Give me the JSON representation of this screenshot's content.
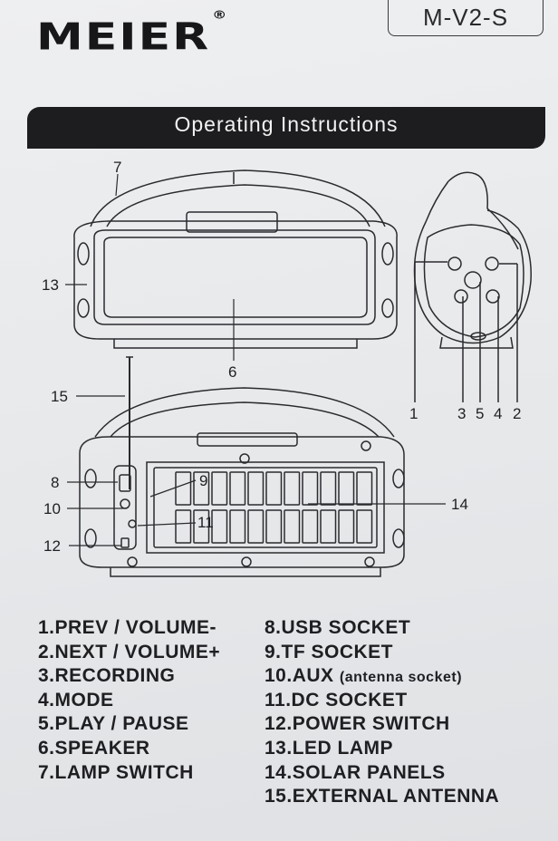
{
  "brand": {
    "name": "MEIER",
    "registered": "®"
  },
  "model": "M-V2-S",
  "banner": "Operating Instructions",
  "callouts": [
    "7",
    "13",
    "6",
    "1",
    "3",
    "5",
    "4",
    "2",
    "15",
    "8",
    "9",
    "10",
    "11",
    "12",
    "14"
  ],
  "legend": {
    "left": [
      "1.PREV / VOLUME-",
      "2.NEXT / VOLUME+",
      "3.RECORDING",
      "4.MODE",
      "5.PLAY / PAUSE",
      "6.SPEAKER",
      "7.LAMP SWITCH"
    ],
    "right": [
      "8.USB  SOCKET",
      "9.TF SOCKET",
      "10.AUX",
      "11.DC SOCKET",
      "12.POWER SWITCH",
      "13.LED LAMP",
      "14.SOLAR PANELS",
      "15.EXTERNAL ANTENNA"
    ],
    "aux_note": "(antenna socket)"
  }
}
